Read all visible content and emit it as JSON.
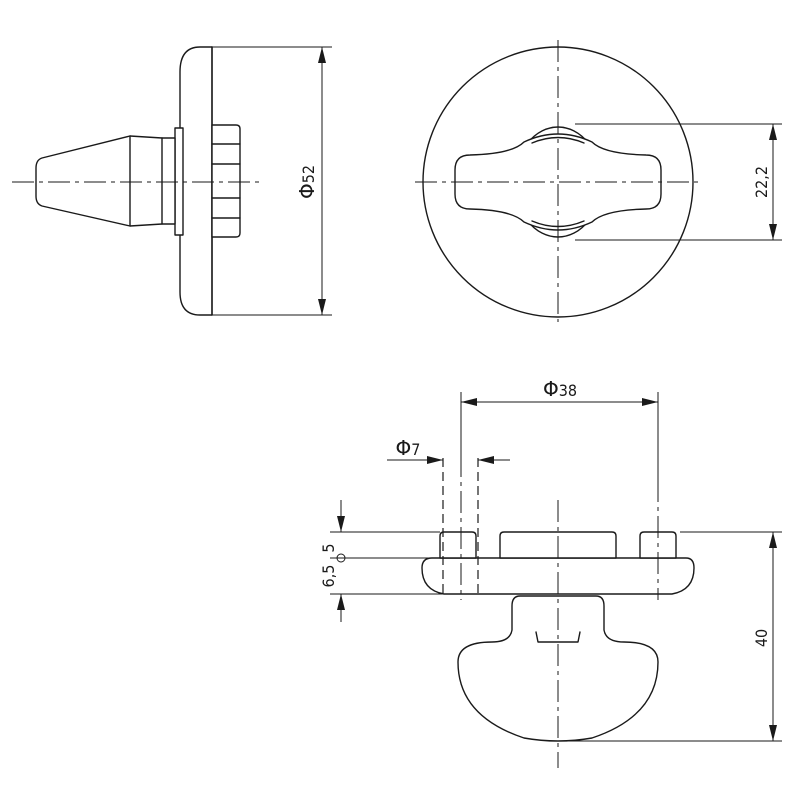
{
  "dimensions": {
    "outer_diameter": {
      "symbol": "Φ",
      "value": "52"
    },
    "knob_width": {
      "value": "22,2"
    },
    "flange_diameter": {
      "symbol": "Φ",
      "value": "38"
    },
    "hole_diameter": {
      "symbol": "Φ",
      "value": "7"
    },
    "step_height": {
      "value": "5"
    },
    "flange_thickness": {
      "value": "6,5"
    },
    "total_height": {
      "value": "40"
    }
  }
}
